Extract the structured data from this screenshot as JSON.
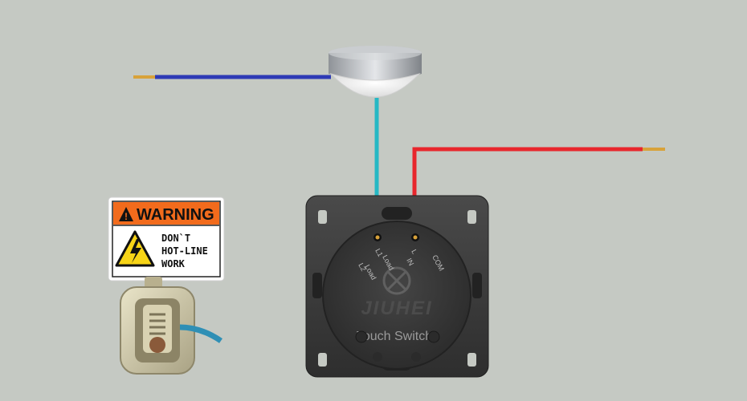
{
  "warning_sign": {
    "title": "WARNING",
    "lines": [
      "DON`T",
      "HOT-LINE",
      "WORK"
    ]
  },
  "switch": {
    "terminal_labels": [
      "L2",
      "L1",
      "Load",
      "Load",
      "L",
      "IN",
      "COM"
    ],
    "brand": "JIUHEI",
    "caption": "Touch Switch"
  },
  "wires": {
    "neutral_color": "#2e3ab5",
    "load_color": "#25b8c4",
    "live_color": "#e8262c",
    "copper_color": "#d8a23a"
  },
  "colors": {
    "background": "#c5c9c3",
    "switch_body": "#3a3a3a",
    "warning_orange": "#f26b1c"
  }
}
